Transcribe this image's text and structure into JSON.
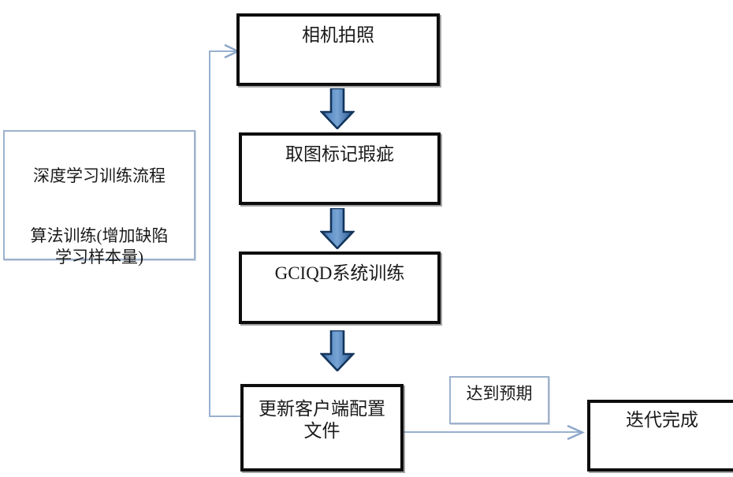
{
  "diagram": {
    "title_role": "deep-learning-training-flowchart",
    "colors": {
      "box_border_thick": "#0d0d0d",
      "box_border_thin": "#9db2cd",
      "connector_line": "#97b0cf",
      "block_arrow_fill_light": "#7ba7d7",
      "block_arrow_fill_dark": "#2f5b8c",
      "block_arrow_outline": "#13355c",
      "text": "#1a1a1a",
      "background": "#ffffff"
    },
    "nodes": {
      "training_info": {
        "line1": "深度学习训练流程",
        "line2": "算法训练(增加缺陷\n学习样本量)",
        "style": "thin-blue-border"
      },
      "camera": {
        "label": "相机拍照",
        "style": "thick-black-border"
      },
      "mark_defect": {
        "label": "取图标记瑕疵",
        "style": "thick-black-border"
      },
      "gciqd": {
        "label": "GCIQD系统训练",
        "style": "thick-black-border"
      },
      "update_config": {
        "label": "更新客户端配置\n文件",
        "style": "thick-black-border"
      },
      "expected": {
        "label": "达到预期",
        "style": "thin-blue-border"
      },
      "iteration_done": {
        "label": "迭代完成",
        "style": "thick-black-border"
      }
    },
    "edges": [
      {
        "id": "camera-to-mark",
        "from": "camera",
        "to": "mark_defect",
        "kind": "block-arrow-down"
      },
      {
        "id": "mark-to-gciqd",
        "from": "mark_defect",
        "to": "gciqd",
        "kind": "block-arrow-down"
      },
      {
        "id": "gciqd-to-update",
        "from": "gciqd",
        "to": "update_config",
        "kind": "block-arrow-down"
      },
      {
        "id": "update-to-camera",
        "from": "update_config",
        "to": "camera",
        "kind": "feedback-loop-line"
      },
      {
        "id": "update-to-iteration",
        "from": "update_config",
        "to": "iteration_done",
        "kind": "thin-line-arrow",
        "label": "达到预期"
      }
    ]
  }
}
